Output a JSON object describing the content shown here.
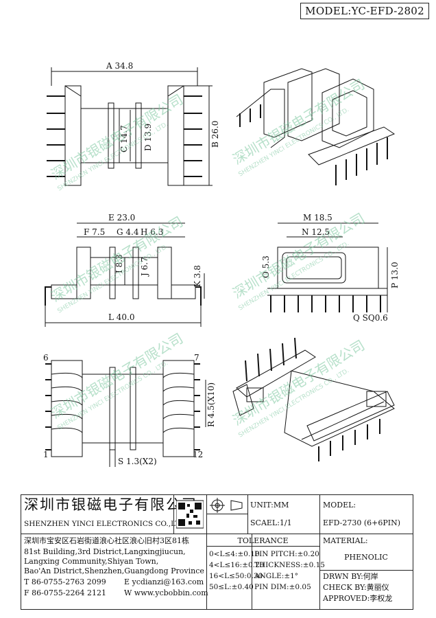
{
  "model_label": "MODEL:YC-EFD-2802",
  "dimensions": {
    "A": "A 34.8",
    "B": "B 26.0",
    "C": "C 14.7",
    "D": "D 13.9",
    "E": "E 23.0",
    "F": "F 7.5",
    "G": "G 4.4",
    "H": "H 6.3",
    "I": "I 8.3",
    "J": "J 6.7",
    "K": "K 3.8",
    "L": "L 40.0",
    "M": "M 18.5",
    "N": "N 12.5",
    "O": "O 5.3",
    "P": "P 13.0",
    "Q": "Q SQ0.6",
    "R": "R 4.5(X10)",
    "S": "S 1.3(X2)"
  },
  "pins": {
    "p6": "6",
    "p7": "7",
    "p1": "1",
    "p12": "12"
  },
  "watermark": {
    "cn": "深圳市银磁电子有限公司",
    "en": "SHENZHEN YINCI ELECTRONICS CO., LTD."
  },
  "titleblock": {
    "company_cn": "深圳市银磁电子有限公司",
    "company_en": "SHENZHEN YINCI ELECTRONICS CO.,LTD.",
    "unit": "UNIT:MM",
    "scale": "SCAEL:1/1",
    "model_hdr": "MODEL:",
    "model_val": "EFD-2730 (6+6PIN)",
    "addr_cn": "深圳市宝安区石岩街道浪心社区浪心旧村3区81栋",
    "addr1": "81st Building,3rd District,Langxingjiucun,",
    "addr2": "Langxing Community,Shiyan Town,",
    "addr3": "Bao'An District,Shenzhen,Guangdong Province",
    "tel": "T 86-0755-2763 2099",
    "email": "E ycdianzi@163.com",
    "fax": "F 86-0755-2264 2121",
    "web": "W www.ycbobbin.com",
    "tolerance": "TOLERANCE",
    "tol1": "0<L≤4:±0.10",
    "tol2": "4<L≤16:±0.20",
    "tol3": "16<L≤50:0.30",
    "tol4": "50≤L:±0.40",
    "pin_pitch": "PIN PITCH:±0.20",
    "thickness": "THICKNESS:±0.15",
    "angle": "ANGLE:±1°",
    "pin_dim": "PIN DIM:±0.05",
    "material_hdr": "MATERIAL:",
    "material": "PHENOLIC",
    "drawn": "DRWN BY:何岸",
    "check": "CHECK BY:黄丽仪",
    "approved": "APPROVED:李权龙"
  }
}
